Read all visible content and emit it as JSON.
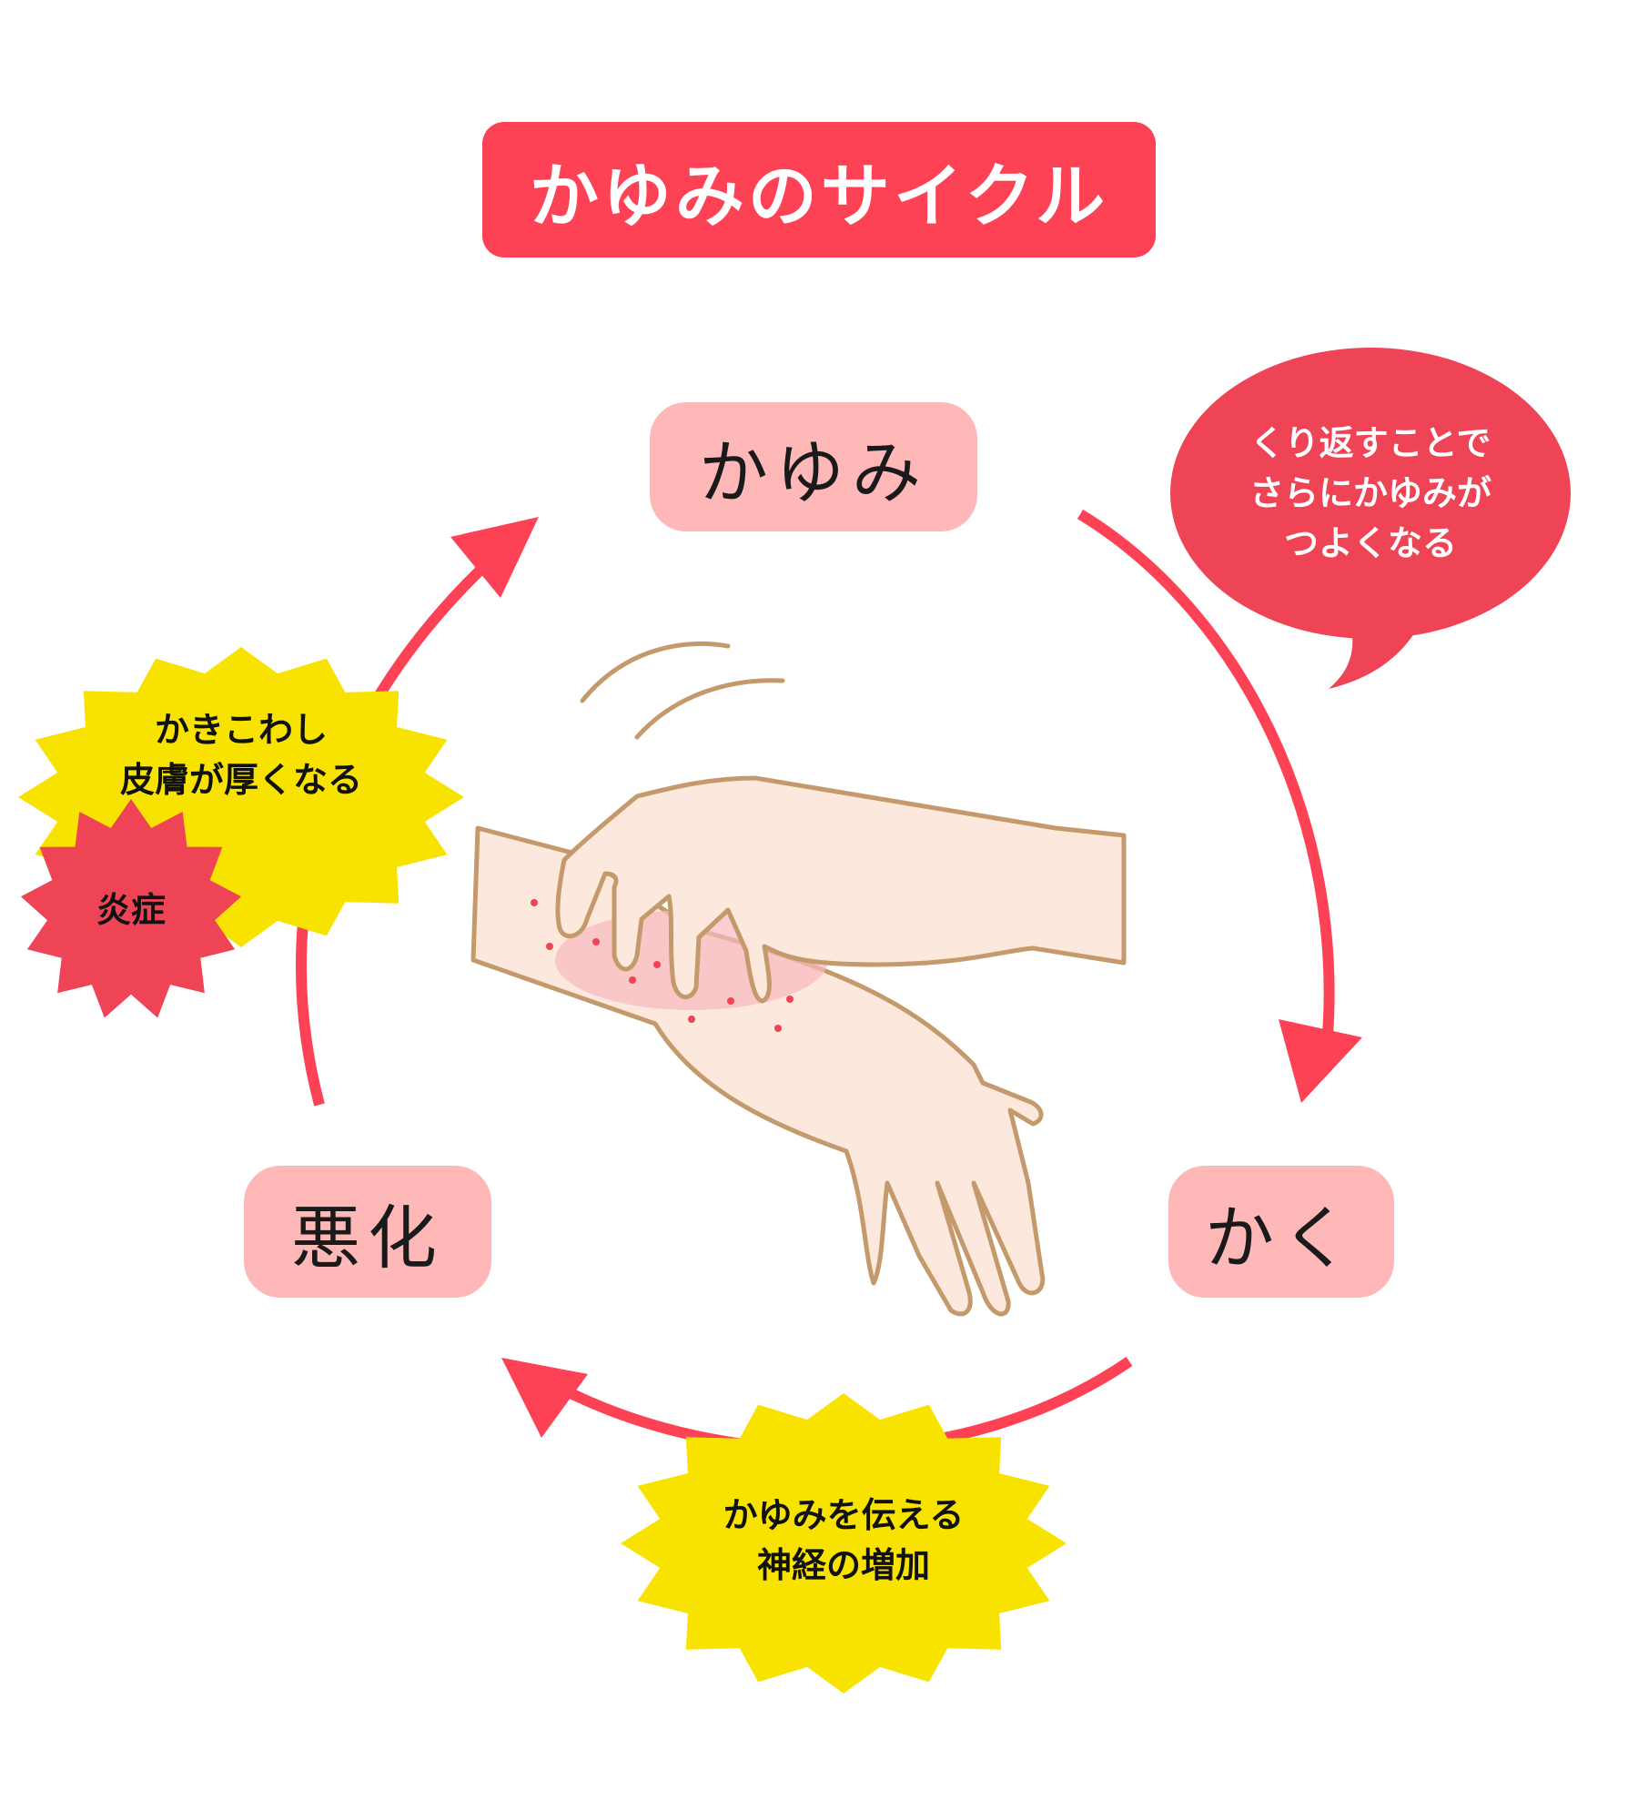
{
  "title": "かゆみのサイクル",
  "stages": {
    "itch": "かゆみ",
    "scratch": "かく",
    "worsen": "悪化"
  },
  "speech_bubble": {
    "lines": [
      "くり返すことで",
      "さらにかゆみが",
      "つよくなる"
    ]
  },
  "burst_left": {
    "lines": [
      "かきこわし",
      "皮膚が厚くなる"
    ]
  },
  "burst_inflammation": {
    "label": "炎症"
  },
  "burst_bottom": {
    "lines": [
      "かゆみを伝える",
      "神経の増加"
    ]
  },
  "colors": {
    "accent": "#fd4255",
    "bubble": "#ef4455",
    "stage_bg": "#fdb8b7",
    "burst_yellow": "#f8e300",
    "skin": "#fde8de",
    "skin_outline": "#c49a6c"
  }
}
